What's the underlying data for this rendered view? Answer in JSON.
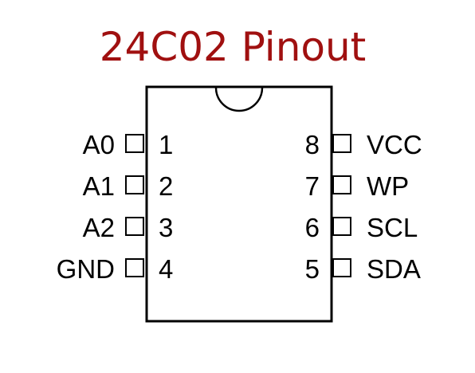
{
  "title": "24C02 Pinout",
  "colors": {
    "title": "#a01010",
    "ink": "#000000",
    "background": "#ffffff"
  },
  "pins": {
    "left": [
      {
        "number": "1",
        "label": "A0"
      },
      {
        "number": "2",
        "label": "A1"
      },
      {
        "number": "3",
        "label": "A2"
      },
      {
        "number": "4",
        "label": "GND"
      }
    ],
    "right": [
      {
        "number": "8",
        "label": "VCC"
      },
      {
        "number": "7",
        "label": "WP"
      },
      {
        "number": "6",
        "label": "SCL"
      },
      {
        "number": "5",
        "label": "SDA"
      }
    ]
  }
}
